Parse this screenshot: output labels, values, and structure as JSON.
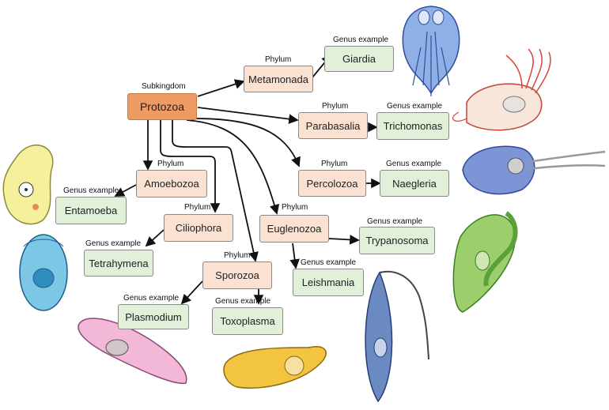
{
  "diagram": {
    "root": {
      "kind": "Subkingdom",
      "name": "Protozoa"
    },
    "phyla": [
      {
        "id": "metamonada",
        "kind": "Phylum",
        "name": "Metamonada",
        "genus_kind": "Genus example",
        "genus": "Giardia"
      },
      {
        "id": "parabasalia",
        "kind": "Phylum",
        "name": "Parabasalia",
        "genus_kind": "Genus example",
        "genus": "Trichomonas"
      },
      {
        "id": "percolozoa",
        "kind": "Phylum",
        "name": "Percolozoa",
        "genus_kind": "Genus example",
        "genus": "Naegleria"
      },
      {
        "id": "amoebozoa",
        "kind": "Phylum",
        "name": "Amoebozoa",
        "genus_kind": "Genus example",
        "genus": "Entamoeba"
      },
      {
        "id": "ciliophora",
        "kind": "Phylum",
        "name": "Ciliophora",
        "genus_kind": "Genus example",
        "genus": "Tetrahymena"
      },
      {
        "id": "euglenozoa",
        "kind": "Phylum",
        "name": "Euglenozoa",
        "genus_kind": "Genus example",
        "genus": "Trypanosoma",
        "genus_kind_2": "Genus example",
        "genus_2": "Leishmania"
      },
      {
        "id": "sporozoa",
        "kind": "Phylum",
        "name": "Sporozoa",
        "genus_kind": "Genus example",
        "genus": "Plasmodium",
        "genus_kind_2": "Genus example",
        "genus_2": "Toxoplasma"
      }
    ]
  },
  "colors": {
    "root_fill": "#ee9b63",
    "phylum_fill": "#fbe1d2",
    "genus_fill": "#e2efd9",
    "arrow": "#111111"
  },
  "illustrations": [
    {
      "id": "giardia",
      "icon": "giardia-cell-icon"
    },
    {
      "id": "trichomonas",
      "icon": "trichomonas-cell-icon"
    },
    {
      "id": "naegleria",
      "icon": "naegleria-cell-icon"
    },
    {
      "id": "euglena",
      "icon": "euglena-cell-icon"
    },
    {
      "id": "trypanosoma",
      "icon": "trypanosoma-cell-icon"
    },
    {
      "id": "entamoeba",
      "icon": "entamoeba-cell-icon"
    },
    {
      "id": "tetrahymena",
      "icon": "tetrahymena-cell-icon"
    },
    {
      "id": "plasmodium",
      "icon": "plasmodium-cell-icon"
    },
    {
      "id": "toxoplasma",
      "icon": "toxoplasma-cell-icon"
    }
  ]
}
